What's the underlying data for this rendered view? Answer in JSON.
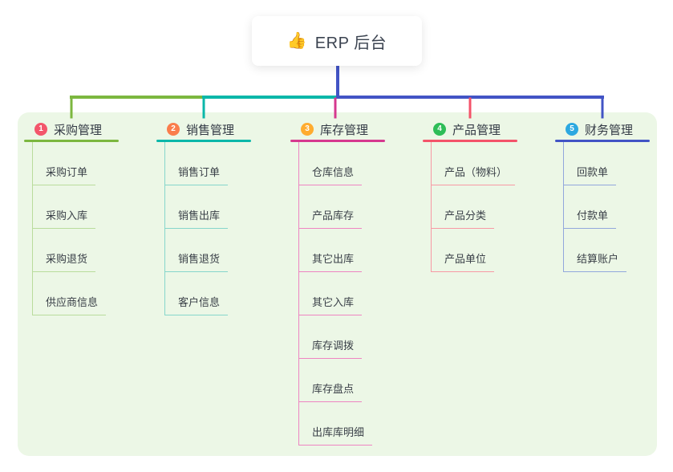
{
  "root": {
    "icon": "👍",
    "label": "ERP 后台"
  },
  "connector_colors": {
    "root_stem": "#4254c5"
  },
  "branches": [
    {
      "badge": "1",
      "label": "采购管理",
      "badge_color": "#f3566b",
      "line_color": "#7cb73f",
      "child_line_color": "#b9dc9c",
      "children": [
        "采购订单",
        "采购入库",
        "采购退货",
        "供应商信息"
      ]
    },
    {
      "badge": "2",
      "label": "销售管理",
      "badge_color": "#fa7d4c",
      "line_color": "#0bb7a9",
      "child_line_color": "#86d6cb",
      "children": [
        "销售订单",
        "销售出库",
        "销售退货",
        "客户信息"
      ]
    },
    {
      "badge": "3",
      "label": "库存管理",
      "badge_color": "#ffac2f",
      "line_color": "#d6388f",
      "child_line_color": "#ee85c2",
      "children": [
        "仓库信息",
        "产品库存",
        "其它出库",
        "其它入库",
        "库存调拨",
        "库存盘点",
        "出库库明细"
      ]
    },
    {
      "badge": "4",
      "label": "产品管理",
      "badge_color": "#2ebd57",
      "line_color": "#f4536a",
      "child_line_color": "#f799a4",
      "children": [
        "产品（物料）",
        "产品分类",
        "产品单位"
      ]
    },
    {
      "badge": "5",
      "label": "财务管理",
      "badge_color": "#2ca8e0",
      "line_color": "#4254c5",
      "child_line_color": "#92a7dc",
      "children": [
        "回款单",
        "付款单",
        "结算账户"
      ]
    }
  ]
}
